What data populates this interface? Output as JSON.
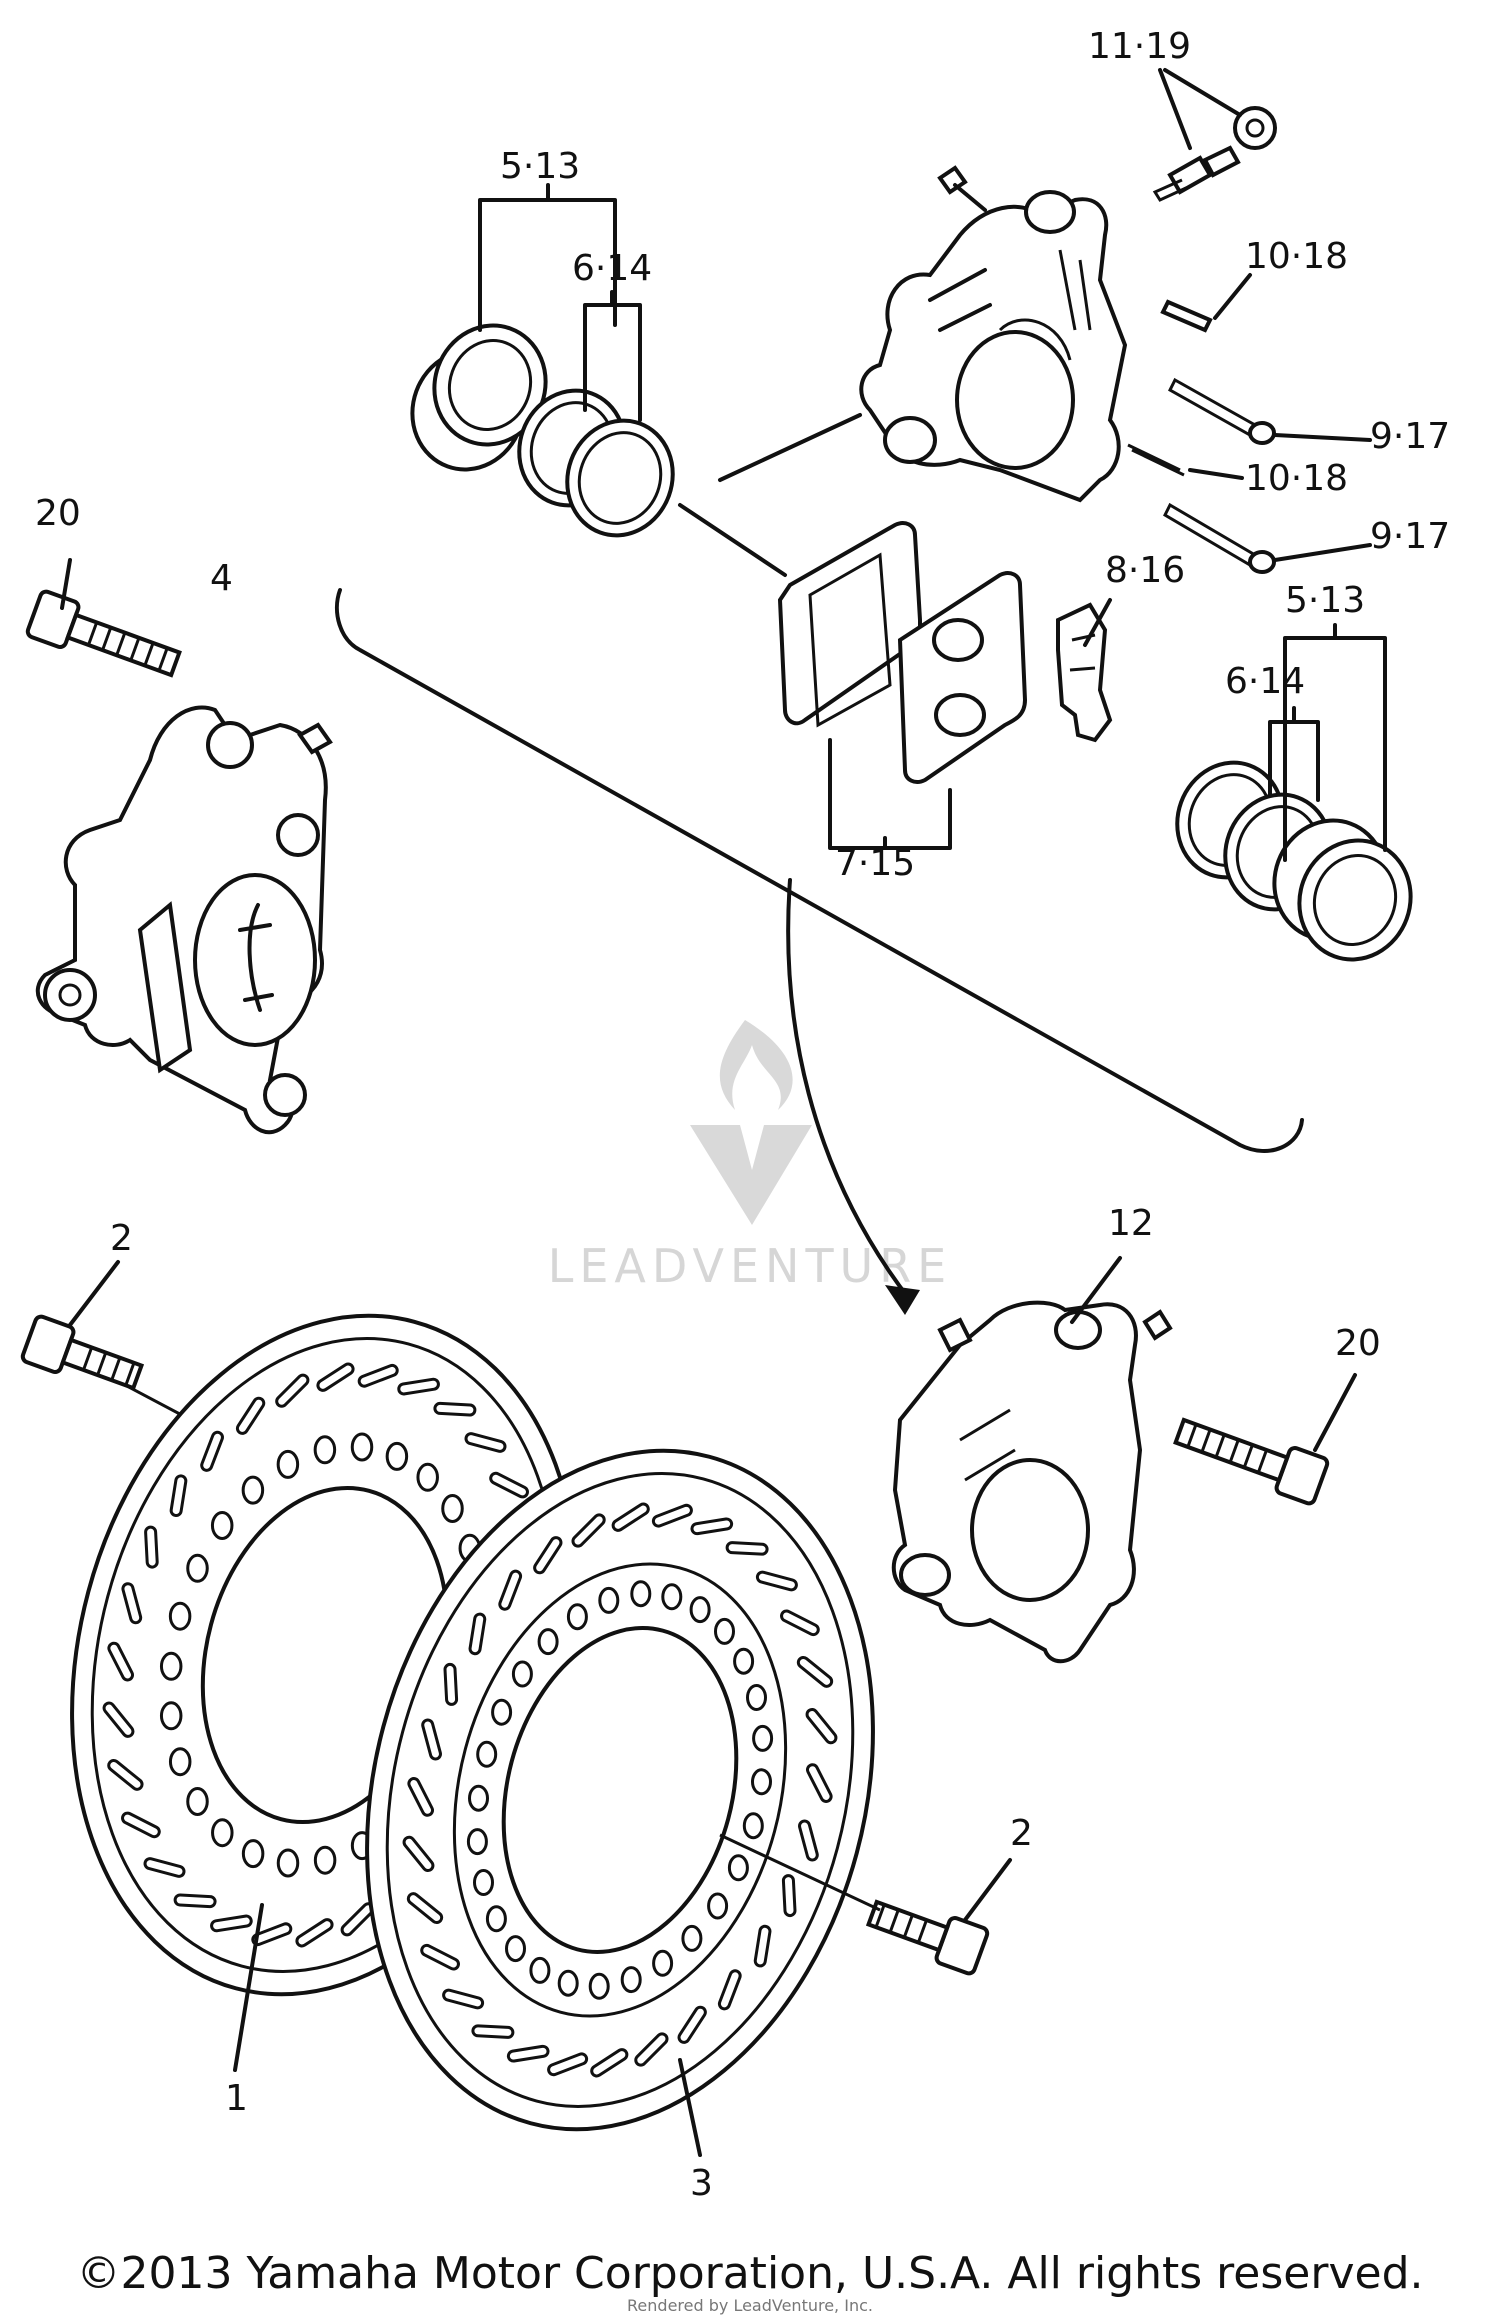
{
  "diagram": {
    "callouts": {
      "c_11_19": "11·19",
      "c_5_13_top": "5·13",
      "c_6_14_top": "6·14",
      "c_10_18_a": "10·18",
      "c_9_17_a": "9·17",
      "c_10_18_b": "10·18",
      "c_9_17_b": "9·17",
      "c_20_left": "20",
      "c_4": "4",
      "c_8_16": "8·16",
      "c_5_13_right": "5·13",
      "c_6_14_right": "6·14",
      "c_7_15": "7·15",
      "c_12": "12",
      "c_2_left": "2",
      "c_20_right": "20",
      "c_2_right": "2",
      "c_1": "1",
      "c_3": "3"
    },
    "watermark": "LEADVENTURE"
  },
  "footer": {
    "copyright": "©2013 Yamaha Motor Corporation, U.S.A. All rights reserved.",
    "credit": "Rendered by LeadVenture, Inc."
  }
}
